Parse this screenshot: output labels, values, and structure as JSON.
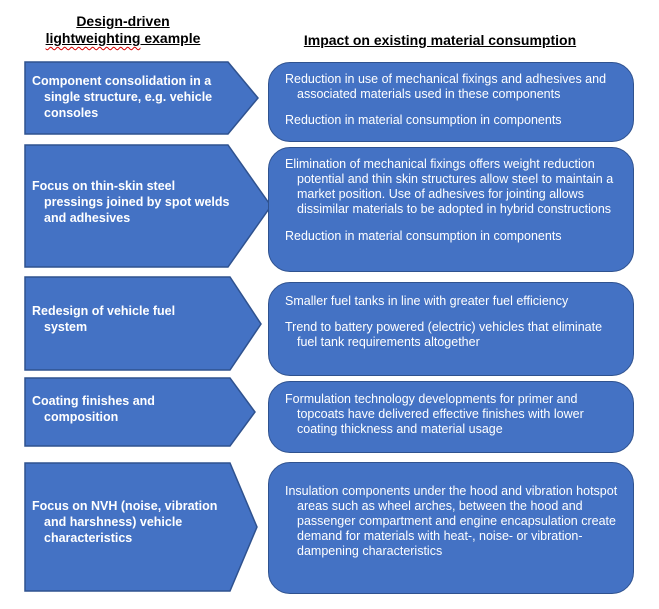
{
  "headers": {
    "left_line1": "Design-driven",
    "left_line2": "lightweighting",
    "left_line2_rest": " example",
    "right": "Impact on existing material consumption"
  },
  "rows": [
    {
      "example": "Component consolidation in a single structure, e.g. vehicle consoles",
      "impacts": [
        "Reduction in use of mechanical fixings and adhesives and associated materials used in these components",
        "Reduction in material consumption in components"
      ]
    },
    {
      "example": "Focus on thin-skin steel pressings joined by spot welds and adhesives",
      "impacts": [
        "Elimination of mechanical fixings offers weight reduction potential and thin skin structures allow steel to maintain a market position.  Use of adhesives for jointing allows dissimilar materials to be adopted in hybrid constructions",
        "Reduction in material consumption in components"
      ]
    },
    {
      "example": "Redesign of vehicle fuel system",
      "impacts": [
        "Smaller fuel tanks in line with greater fuel efficiency",
        "Trend to battery powered (electric) vehicles that eliminate fuel tank requirements altogether"
      ]
    },
    {
      "example": "Coating finishes and composition",
      "impacts": [
        "Formulation technology developments for primer and topcoats have delivered effective finishes with lower coating thickness and material usage"
      ]
    },
    {
      "example": "Focus on NVH (noise, vibration and harshness) vehicle characteristics",
      "impacts": [
        "Insulation components under the hood and vibration hotspot areas such as wheel arches, between the hood and passenger compartment and engine encapsulation create demand for materials with heat-, noise- or vibration-dampening characteristics"
      ]
    }
  ],
  "colors": {
    "fill": "#4472c4",
    "border": "#2f528f",
    "text": "#ffffff"
  }
}
